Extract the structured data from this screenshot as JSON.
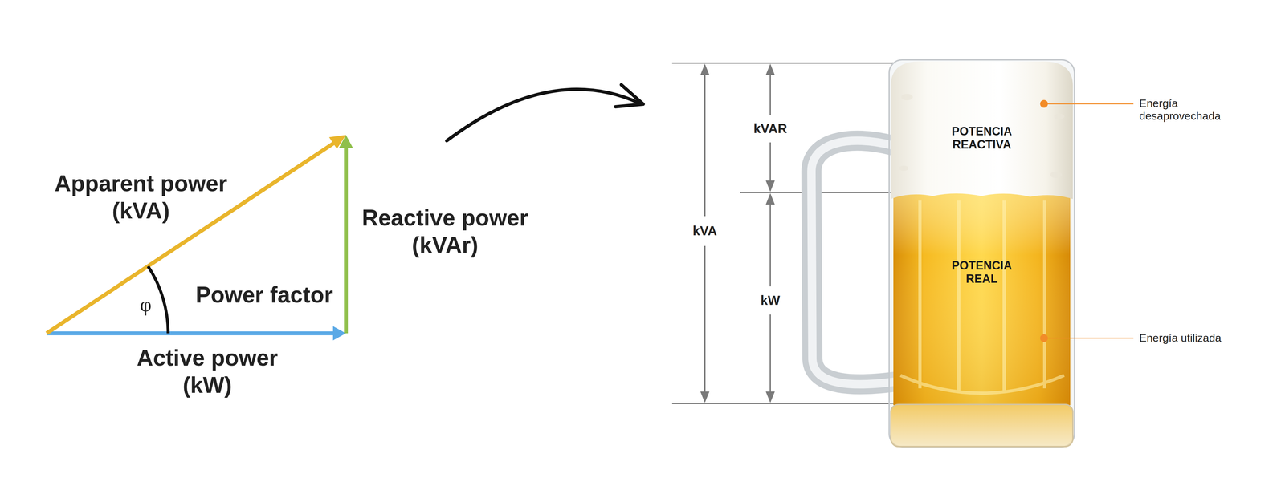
{
  "diagram": {
    "nodes": [
      {
        "text": [
          "POTENCIA REACTIVA"
        ]
      },
      {
        "text": [
          "POTENCIA REAL"
        ]
      }
    ],
    "labels": [
      "Apparent power (kVA)",
      "φ",
      "Power factor",
      "Reactive power (kVAr)",
      "Active power (kW)",
      "kVAR",
      "kVA",
      "kW",
      "Energía desaprovechada",
      "Energía utilizada"
    ]
  }
}
